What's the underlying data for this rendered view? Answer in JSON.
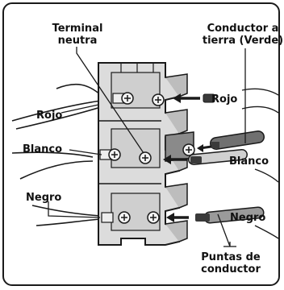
{
  "labels": {
    "terminal_neutra_1": "Terminal",
    "terminal_neutra_2": "neutra",
    "conductor_tierra_1": "Conductor a",
    "conductor_tierra_2": "tierra (Verde)",
    "rojo_left": "Rojo",
    "rojo_right": "Rojo",
    "blanco_left": "Blanco",
    "blanco_right": "Blanco",
    "negro_left": "Negro",
    "negro_right": "Negro",
    "puntas_1": "Puntas de",
    "puntas_2": "conductor"
  },
  "colors": {
    "line": "#1a1a1a",
    "block_light": "#dcdcdc",
    "block_mid": "#bdbdbd",
    "block_dark": "#8a8a8a",
    "wire_dark": "#3a3a3a",
    "wire_tip": "#6a6a6a",
    "ground_wire": "#707070"
  }
}
